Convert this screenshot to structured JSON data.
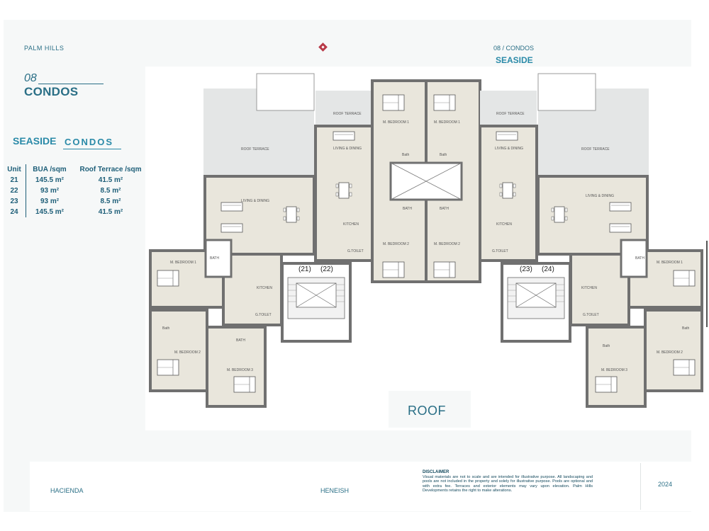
{
  "header": {
    "brand": "PALM HILLS",
    "section_top": "08 / CONDOS",
    "section_top_title": "SEASIDE",
    "section_number": "08",
    "section_title": "CONDOS"
  },
  "subtitle": {
    "word1": "SEASIDE",
    "word2": "CONDOS"
  },
  "unit_table": {
    "headers": [
      "Unit",
      "BUA /sqm",
      "Roof Terrace /sqm"
    ],
    "rows": [
      [
        "21",
        "145.5 m²",
        "41.5 m²"
      ],
      [
        "22",
        "93 m²",
        "8.5 m²"
      ],
      [
        "23",
        "93 m²",
        "8.5 m²"
      ],
      [
        "24",
        "145.5 m²",
        "41.5 m²"
      ]
    ]
  },
  "plan": {
    "floor_label": "ROOF",
    "unit_tags": [
      "(21)",
      "(22)",
      "(23)",
      "(24)"
    ],
    "rooms": {
      "roof_terrace": "ROOF TERRACE",
      "living_dining": "LIVING & DINING",
      "kitchen": "KITCHEN",
      "m_bedroom_1": "M. BEDROOM 1",
      "m_bedroom_2": "M. BEDROOM 2",
      "m_bedroom_3": "M. BEDROOM 3",
      "bath": "BATH",
      "bath_small": "Bath",
      "g_toilet": "G.TOILET"
    },
    "colors": {
      "wall": "#707070",
      "beige": "#e9e6dc",
      "grey": "#e4e6e6",
      "accent": "#2a6f86"
    }
  },
  "footer": {
    "left": "HACIENDA",
    "center": "HENEISH",
    "disclaimer_title": "DISCLAIMER",
    "disclaimer": "Visual materials are not to scale and are intended for illustrative purpose. All landscaping and pools are not included in the property and solely for illustrative purpose. Pools are optional and with extra fee. Terraces and exterior elements may vary upon elevation. Palm Hills Developments retains the right to make alterations.",
    "year": "2024"
  }
}
